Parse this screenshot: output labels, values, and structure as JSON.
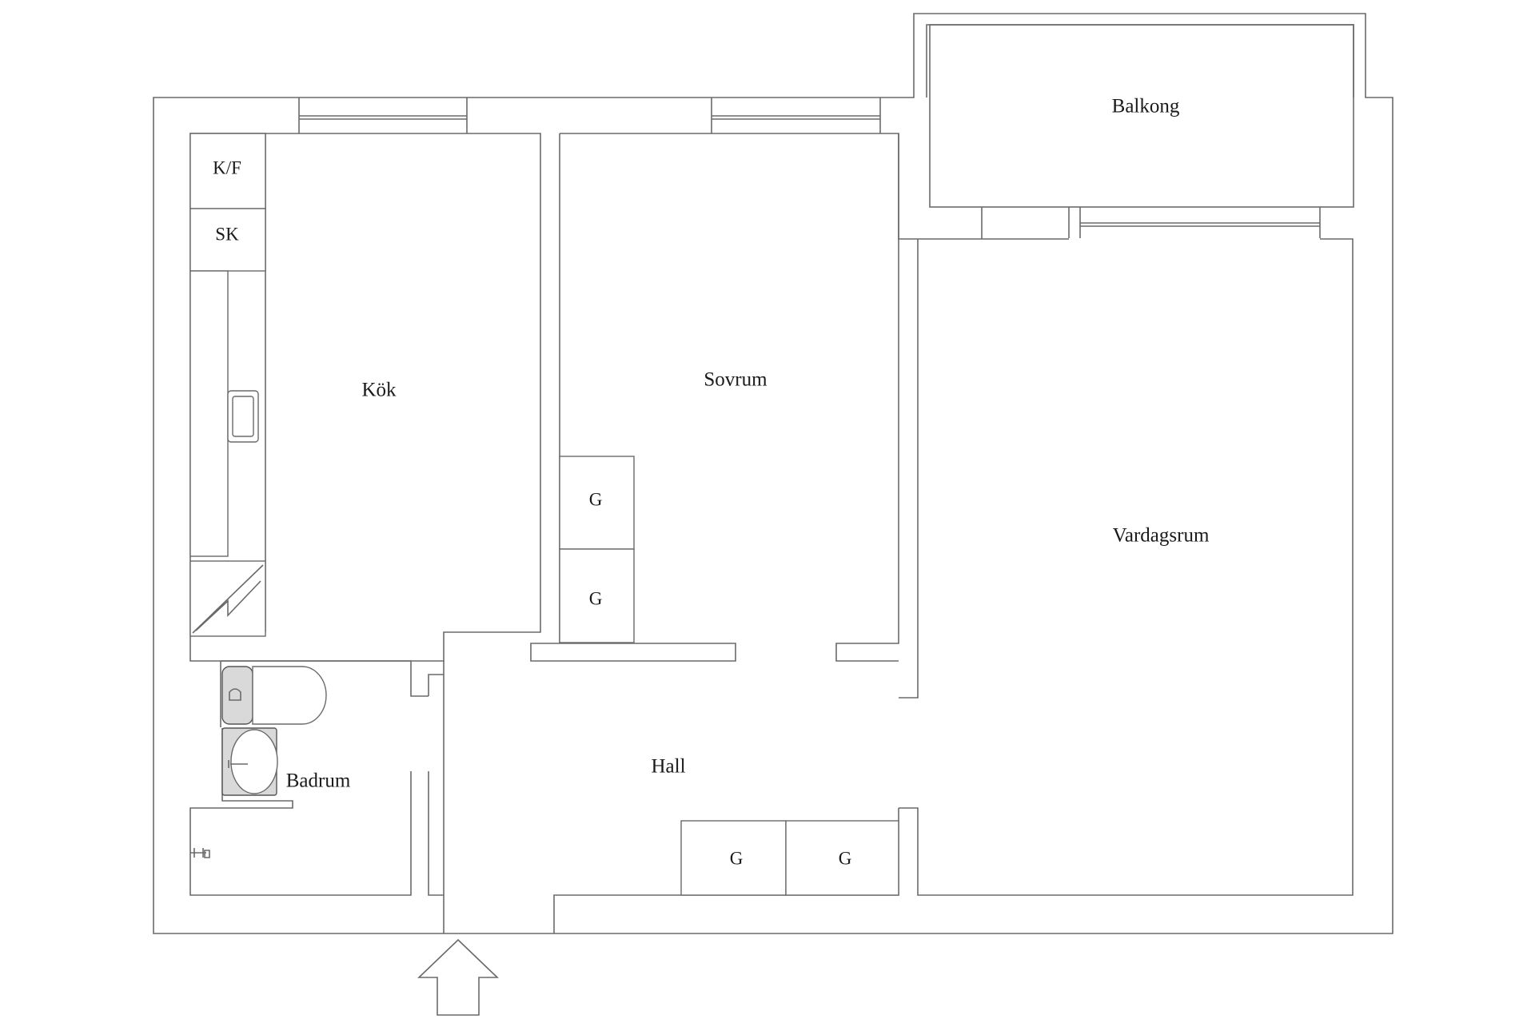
{
  "rooms": {
    "balkong": "Balkong",
    "kok": "Kök",
    "sovrum": "Sovrum",
    "vardagsrum": "Vardagsrum",
    "hall": "Hall",
    "badrum": "Badrum"
  },
  "fixtures": {
    "kf": "K/F",
    "sk": "SK",
    "wardrobe_sovrum_1": "G",
    "wardrobe_sovrum_2": "G",
    "wardrobe_hall_1": "G",
    "wardrobe_hall_2": "G"
  },
  "icons": {
    "entrance": "entrance-arrow-icon",
    "sink": "kitchen-sink-icon",
    "stove": "stove-icon",
    "toilet": "toilet-icon",
    "basin": "wash-basin-icon",
    "shower": "shower-icon"
  },
  "colors": {
    "wall": "#6a6a6a",
    "text": "#1a1a1a",
    "background": "#ffffff"
  }
}
